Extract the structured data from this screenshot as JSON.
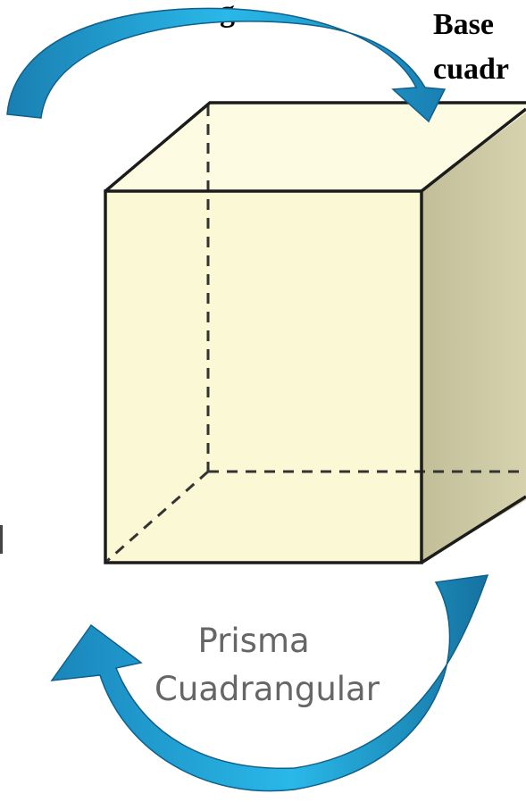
{
  "top_partial_text": "g",
  "base_label_lines": [
    "Base",
    "cuadr"
  ],
  "caption_lines": [
    "Prisma",
    "Cuadrangular"
  ],
  "colors": {
    "page_background": "#ffffff",
    "prism_front": "#fbf8d6",
    "prism_top": "#fdfbe2",
    "prism_side": "#c9c5a0",
    "prism_edge": "#1c1c1c",
    "arrow_light": "#29b8e8",
    "arrow_dark": "#1572a0",
    "caption_text": "#666666"
  },
  "icons": [
    "curved-arrow-top",
    "curved-arrow-bottom"
  ]
}
